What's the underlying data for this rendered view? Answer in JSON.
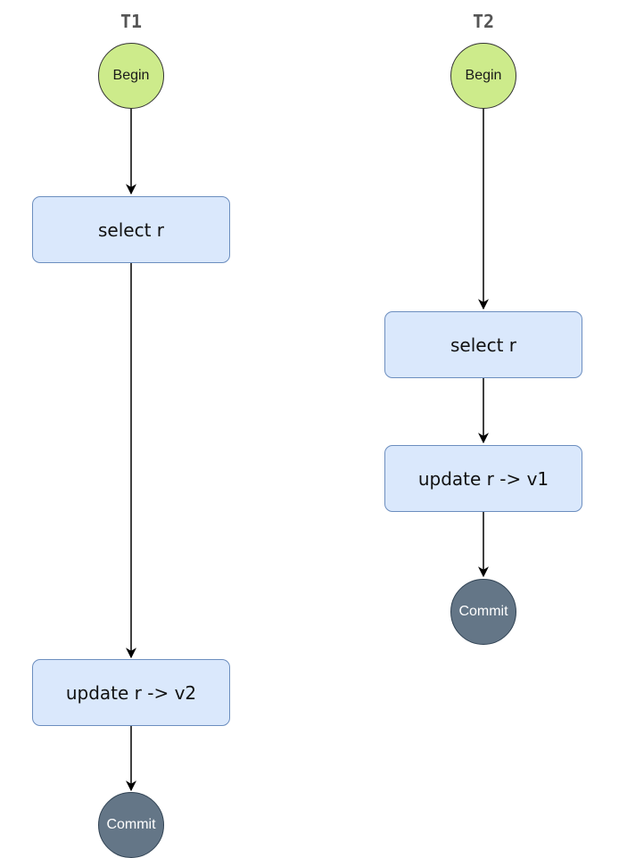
{
  "lanes": [
    {
      "title": "T1",
      "begin_label": "Begin",
      "steps": [
        "select r",
        "update r -> v2"
      ],
      "commit_label": "Commit"
    },
    {
      "title": "T2",
      "begin_label": "Begin",
      "steps": [
        "select r",
        "update r -> v1"
      ],
      "commit_label": "Commit"
    }
  ],
  "colors": {
    "begin_fill": "#cdeb8b",
    "commit_fill": "#647687",
    "step_fill": "#dae8fc",
    "step_border": "#6c8ebf",
    "edge": "#000000"
  }
}
